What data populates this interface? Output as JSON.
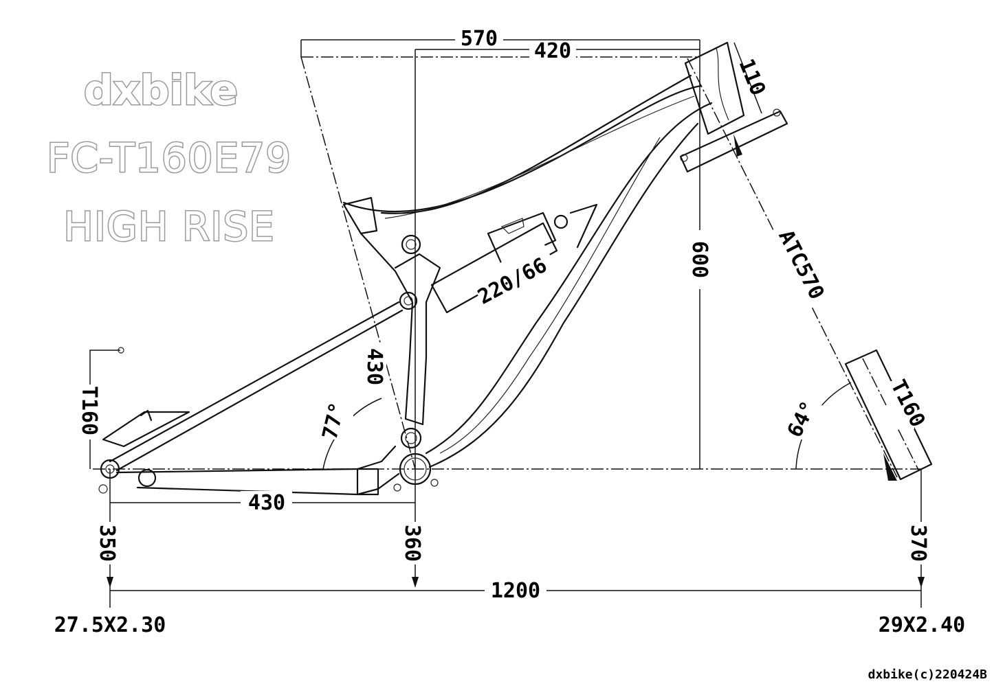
{
  "branding": {
    "brand": "dxbike",
    "model": "FC-T160E79",
    "variant": "HIGH RISE"
  },
  "dimensions": {
    "reach_total": "570",
    "reach_stack": "420",
    "head_tube": "110",
    "stack_height": "600",
    "axle_to_crown": "ATC570",
    "fork_travel": "T160",
    "rear_travel": "T160",
    "shock": "220/66",
    "seat_tube": "430",
    "seat_angle": "77°",
    "head_angle": "64°",
    "chainstay": "430",
    "wheelbase": "1200",
    "rear_drop": "350",
    "bb_drop": "360",
    "front_drop": "370"
  },
  "tires": {
    "rear": "27.5X2.30",
    "front": "29X2.40"
  },
  "footer": {
    "copyright": "dxbike(c)220424B"
  },
  "colors": {
    "line": "#111111",
    "watermark_outline": "#9a9a9a",
    "background": "#ffffff"
  }
}
